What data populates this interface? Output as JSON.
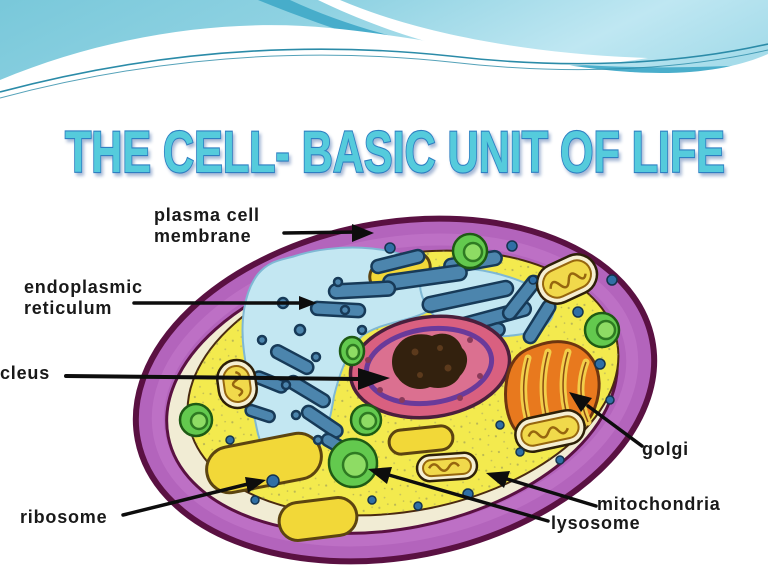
{
  "slide": {
    "title": "THE CELL- BASIC UNIT OF LIFE"
  },
  "theme": {
    "title_fill": "#55CBDC",
    "title_outline": "#2E7FC2",
    "banner_base": "#76C6D9",
    "banner_light": "#C3E9F3",
    "banner_band": "#3FA9C8",
    "banner_line": "#2B8BA8",
    "label_color": "#191919",
    "pointer_color": "#0D0D0D"
  },
  "diagram": {
    "labels": {
      "plasma_membrane": {
        "line1": "plasma cell",
        "line2": "membrane"
      },
      "endoplasmic_reticulum": {
        "line1": "endoplasmic",
        "line2": "reticulum"
      },
      "nucleus": {
        "text": "cleus"
      },
      "ribosome": {
        "text": "ribosome"
      },
      "golgi": {
        "text": "golgi"
      },
      "mitochondria": {
        "text": "mitochondria"
      },
      "lysosome": {
        "text": "lysosome"
      }
    },
    "colors": {
      "membrane": "#B364BC",
      "membrane_outline": "#5A1142",
      "pale_band": "#F1ECD4",
      "cytoplasm": "#F3EA4E",
      "er_region": "#C3E7F2",
      "er_tube": "#4C85AD",
      "nucleus": "#D96080",
      "nucleus_inner": "#DB7090",
      "nucleus_ring": "#6A3A9A",
      "nucleolus": "#33210E",
      "golgi": "#E8791E",
      "golgi_ribbon": "#F2CE4A",
      "lysosome": "#63C94E",
      "mitochondrion": "#F6EFD2",
      "mito_inner": "#F1D94B",
      "vacuole": "#F2D838",
      "ribosome_dot": "#2F6FA5"
    }
  }
}
